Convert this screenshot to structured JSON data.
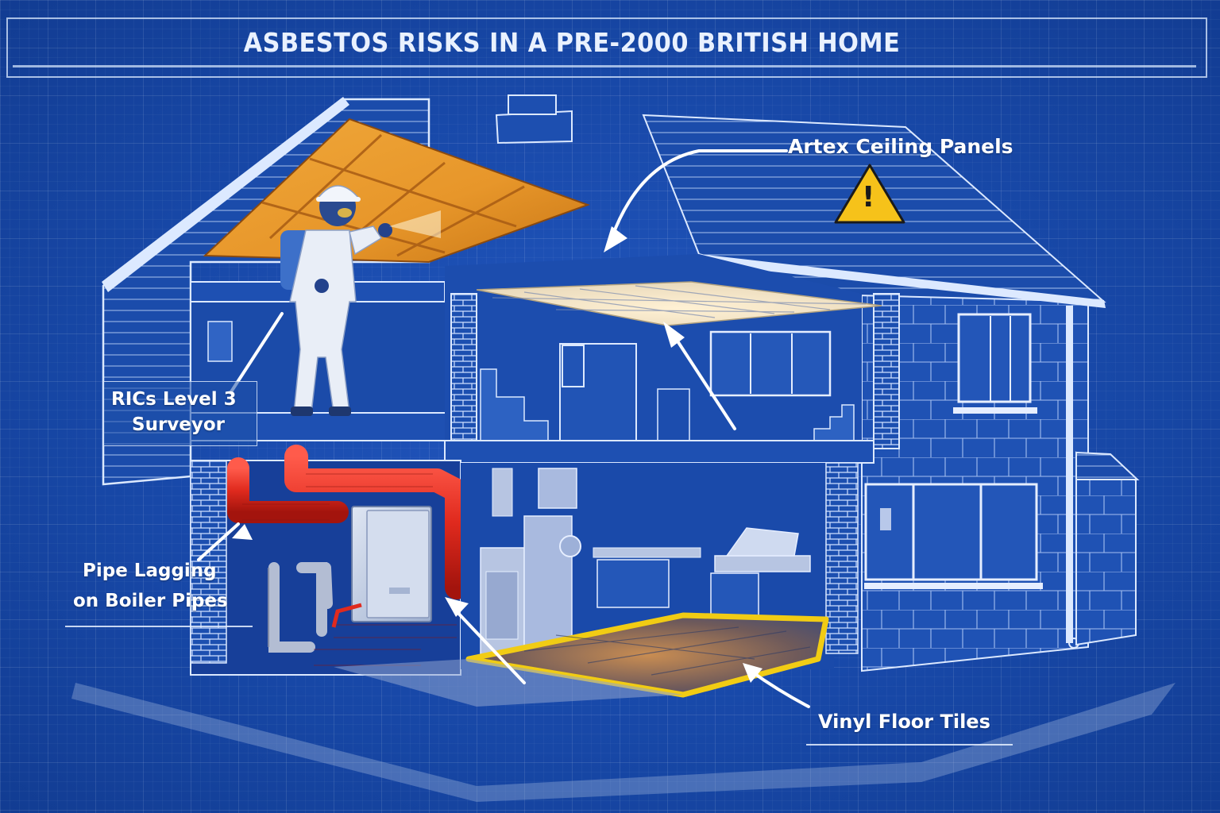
{
  "title": "ASBESTOS RISKS IN A PRE-2000 BRITISH HOME",
  "colors": {
    "background": "#1848a8",
    "line": "#dce9ff",
    "insulation_orange": "#e89a2a",
    "ceiling_cream": "#f3e6c8",
    "lagging_red": "#d8261c",
    "floor_outline_yellow": "#f1cc14",
    "warning_yellow": "#f6c21a"
  },
  "callouts": [
    {
      "id": "artex",
      "label": "Artex Ceiling Panels",
      "icon": "warning-triangle-icon"
    },
    {
      "id": "surveyor",
      "label_line1": "RICs Level 3",
      "label_line2": "Surveyor"
    },
    {
      "id": "pipe-lagging",
      "label_line1": "Pipe Lagging",
      "label_line2": "on Boiler Pipes"
    },
    {
      "id": "vinyl",
      "label": "Vinyl Floor Tiles"
    }
  ],
  "warning_icon": "!"
}
